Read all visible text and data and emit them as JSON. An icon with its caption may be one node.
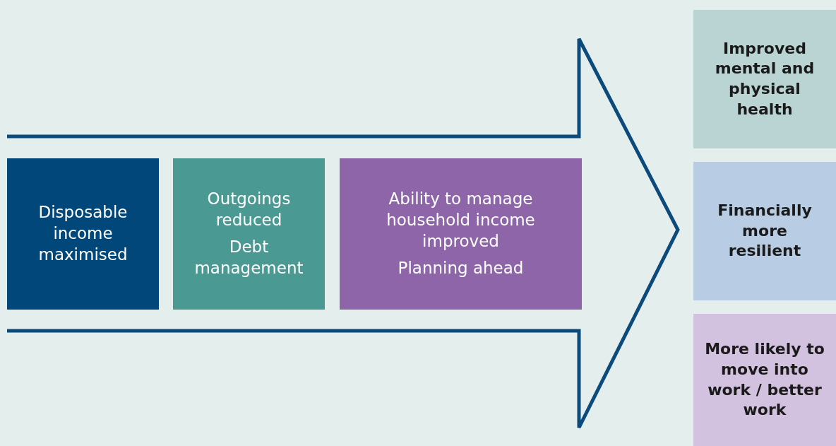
{
  "diagram": {
    "nodes": [
      {
        "text": [],
        "shape": "arrow"
      },
      {
        "text": [
          "Disposable income maximised"
        ],
        "in": 0
      },
      {
        "text": [
          "Outgoings reduced",
          "Debt management"
        ],
        "in": 0
      },
      {
        "text": [
          "Ability to manage household income improved",
          "Planning ahead"
        ],
        "in": 0
      },
      {
        "text": [
          "Improved mental and physical health"
        ]
      },
      {
        "text": [
          "Financially more resilient"
        ]
      },
      {
        "text": [
          "More likely to move into work / better work"
        ]
      }
    ]
  }
}
